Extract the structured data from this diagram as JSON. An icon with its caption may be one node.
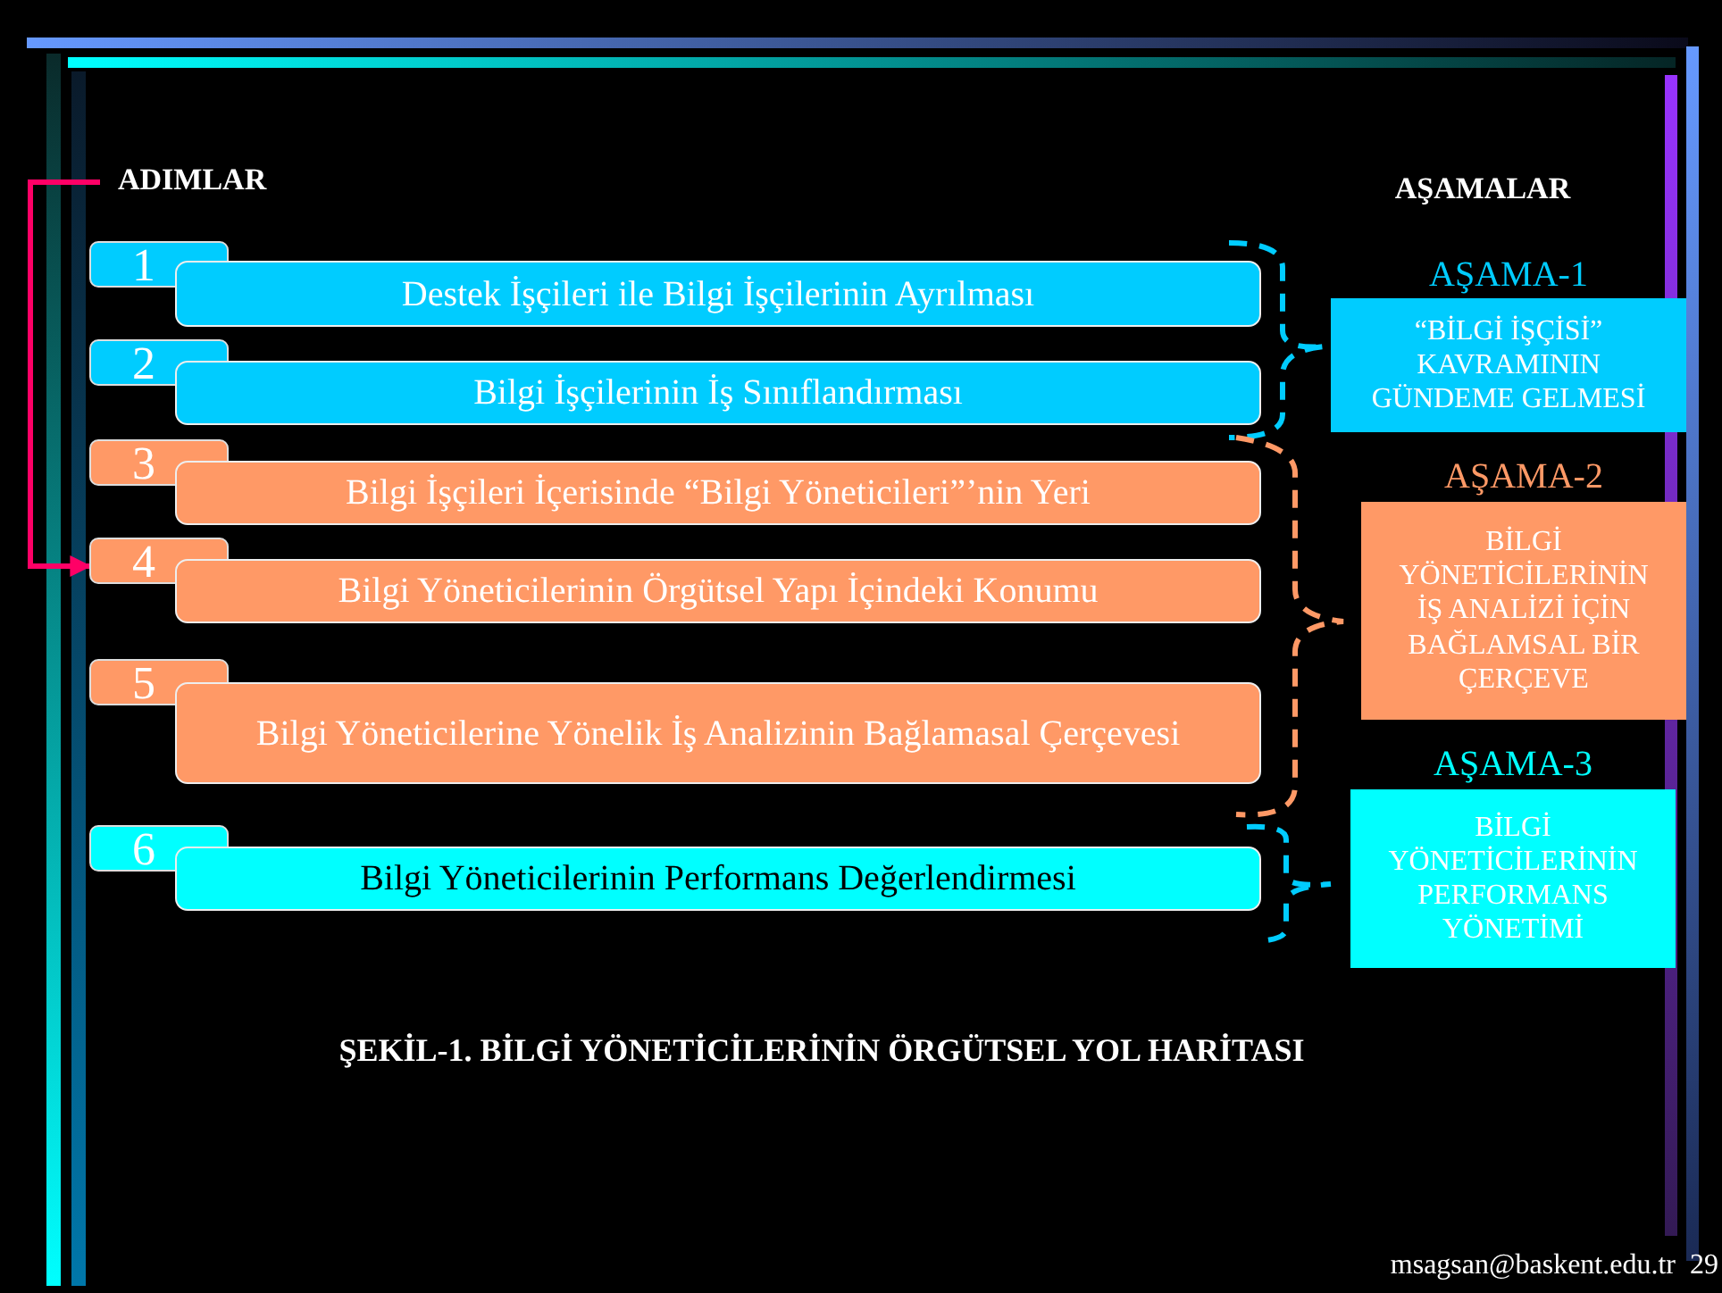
{
  "diagram": {
    "caption": "ŞEKİL-1. BİLGİ YÖNETİCİLERİNİN ÖRGÜTSEL YOL HARİTASI",
    "nodes": [
      {
        "text": [
          "ADIMLAR"
        ]
      },
      {
        "text": [
          "1",
          "Destek İşçileri ile Bilgi İşçilerinin Ayrılması"
        ]
      },
      {
        "text": [
          "2",
          "Bilgi İşçilerinin İş Sınıflandırması"
        ]
      },
      {
        "text": [
          "3",
          "Bilgi İşçileri İçerisinde “Bilgi Yöneticileri”’nin Yeri"
        ]
      },
      {
        "text": [
          "4",
          "Bilgi Yöneticilerinin Örgütsel Yapı İçindeki Konumu"
        ]
      },
      {
        "text": [
          "5",
          "Bilgi Yöneticilerine Yönelik İş Analizinin Bağlamasal Çerçevesi"
        ]
      },
      {
        "text": [
          "6",
          "Bilgi Yöneticilerinin Performans Değerlendirmesi"
        ]
      },
      {
        "text": [
          "AŞAMA-1",
          "“BİLGİ İŞÇİSİ” KAVRAMININ GÜNDEME GELMESİ"
        ]
      },
      {
        "text": [
          "AŞAMA-2",
          "BİLGİ YÖNETİCİLERİNİN İŞ ANALİZİ İÇİN BAĞLAMSAL BİR ÇERÇEVE"
        ]
      },
      {
        "text": [
          "AŞAMA-3",
          "BİLGİ YÖNETİCİLERİNİN PERFORMANS YÖNETİMİ"
        ]
      }
    ],
    "edges": [
      {
        "from": 0,
        "to": 4,
        "arrow": "to",
        "color": "#ff0066"
      }
    ],
    "labels": [
      "AŞAMALAR",
      "msagsan@baskent.edu.tr  29"
    ]
  }
}
